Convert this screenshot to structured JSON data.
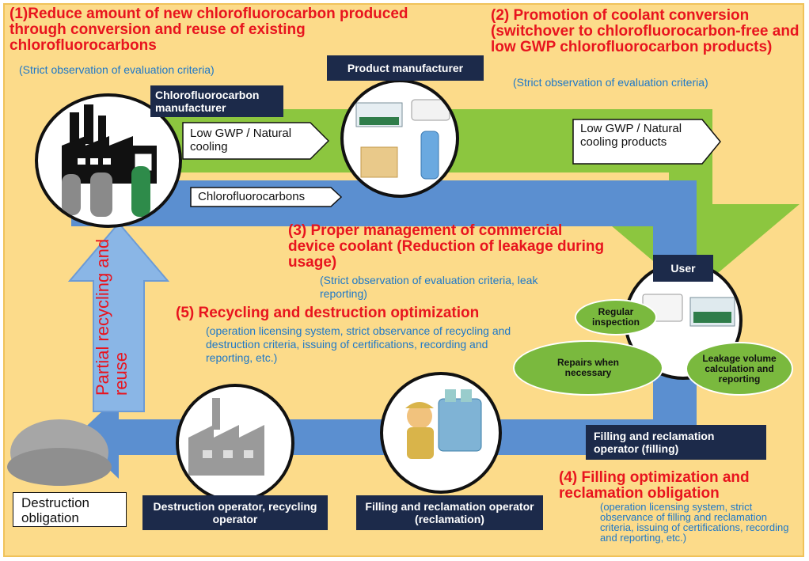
{
  "point1": {
    "title": "(1)Reduce amount of new chlorofluorocarbon produced through conversion and reuse of existing chlorofluorocarbons",
    "note": "(Strict observation of evaluation criteria)"
  },
  "point2": {
    "title": "(2) Promotion of coolant conversion (switchover to chlorofluorocarbon-free and low GWP chlorofluorocarbon products)",
    "note": "(Strict observation of evaluation criteria)"
  },
  "point3": {
    "title": "(3) Proper management of commercial device coolant (Reduction of leakage during usage)",
    "note": "(Strict observation of evaluation criteria, leak reporting)"
  },
  "point4": {
    "title": "(4) Filling optimization and reclamation obligation",
    "note": "(operation licensing system, strict observance of filling and reclamation criteria, issuing of certifications, recording and reporting, etc.)"
  },
  "point5": {
    "title": "(5) Recycling and destruction optimization",
    "note": "(operation licensing system, strict observance of recycling and destruction criteria, issuing of certifications, recording and reporting, etc.)"
  },
  "labels": {
    "product_manufacturer": "Product manufacturer",
    "cfc_manufacturer": "Chlorofluorocarbon manufacturer",
    "user": "User",
    "filling_operator": "Filling and reclamation operator (filling)",
    "reclamation_operator": "Filling and reclamation operator (reclamation)",
    "destruction_operator": "Destruction operator, recycling operator",
    "destruction_obligation": "Destruction obligation"
  },
  "arrows": {
    "low_gwp": "Low GWP / Natural cooling",
    "low_gwp_products": "Low GWP / Natural cooling products",
    "cfc": "Chlorofluorocarbons",
    "partial_recycling": "Partial recycling and reuse"
  },
  "user_actions": {
    "regular_inspection": "Regular inspection",
    "repairs": "Repairs when necessary",
    "leakage": "Leakage volume calculation and reporting"
  },
  "colors": {
    "background": "#fcdb8a",
    "green_flow": "#8cc63f",
    "blue_flow": "#5b8fd0",
    "heading_red": "#e8141e",
    "note_blue": "#1e78c8",
    "label_navy": "#1c2a4a"
  }
}
